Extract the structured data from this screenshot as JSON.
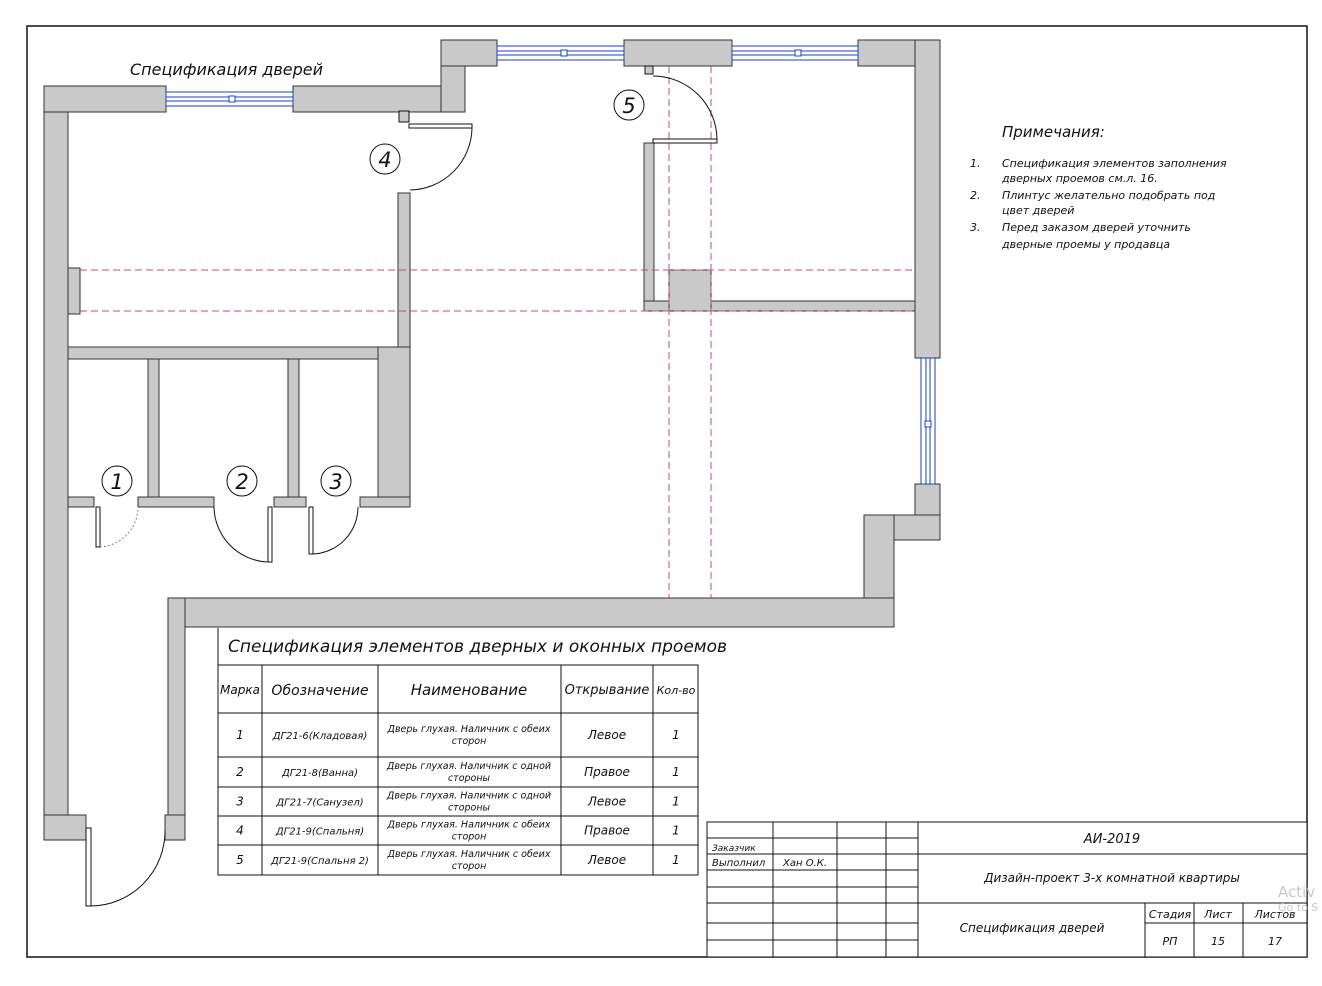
{
  "plan_title": "Спецификация дверей",
  "notes": {
    "heading": "Примечания:",
    "items": [
      {
        "num": "1.",
        "lines": [
          "Спецификация элементов заполнения",
          "дверных проемов см.л. 16."
        ]
      },
      {
        "num": "2.",
        "lines": [
          "Плинтус желательно подобрать под",
          "цвет дверей"
        ]
      },
      {
        "num": "3.",
        "lines": [
          "Перед заказом дверей уточнить",
          "дверные проемы у продавца"
        ]
      }
    ]
  },
  "door_marks": [
    "1",
    "2",
    "3",
    "4",
    "5"
  ],
  "spec_table": {
    "title": "Спецификация элементов дверных и оконных проемов",
    "headers": [
      "Марка",
      "Обозначение",
      "Наименование",
      "Открывание",
      "Кол-во"
    ],
    "rows": [
      {
        "mark": "1",
        "code": "ДГ21-6(Кладовая)",
        "name": [
          "Дверь глухая. Наличник с обеих",
          "сторон"
        ],
        "opening": "Левое",
        "qty": "1"
      },
      {
        "mark": "2",
        "code": "ДГ21-8(Ванна)",
        "name": [
          "Дверь глухая. Наличник с одной",
          "стороны"
        ],
        "opening": "Правое",
        "qty": "1"
      },
      {
        "mark": "3",
        "code": "ДГ21-7(Санузел)",
        "name": [
          "Дверь глухая. Наличник с одной",
          "стороны"
        ],
        "opening": "Левое",
        "qty": "1"
      },
      {
        "mark": "4",
        "code": "ДГ21-9(Спальня)",
        "name": [
          "Дверь глухая. Наличник с обеих",
          "сторон"
        ],
        "opening": "Правое",
        "qty": "1"
      },
      {
        "mark": "5",
        "code": "ДГ21-9(Спальня 2)",
        "name": [
          "Дверь глухая. Наличник с обеих",
          "сторон"
        ],
        "opening": "Левое",
        "qty": "1"
      }
    ]
  },
  "title_block": {
    "customer_label": "Заказчик",
    "performer_label": "Выполнил",
    "performer_name": "Хан О.К.",
    "code": "АИ-2019",
    "project": "Дизайн-проект 3-х комнатной квартиры",
    "sheet_name": "Спецификация дверей",
    "stage_label": "Стадия",
    "sheet_label": "Лист",
    "sheets_label": "Листов",
    "stage": "РП",
    "sheet": "15",
    "sheets": "17"
  },
  "watermark": {
    "line1": "Activ",
    "line2": "Go to S"
  },
  "colors": {
    "wall": "#c9c9c9",
    "window": "#1f3fbf",
    "axis": "#c0506a",
    "line": "#111111"
  }
}
